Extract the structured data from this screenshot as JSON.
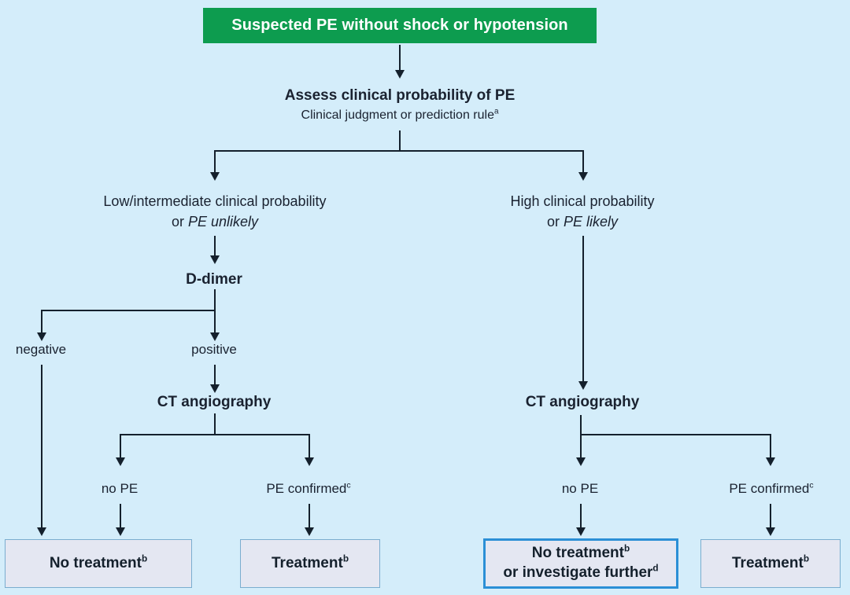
{
  "diagram": {
    "title": "Suspected PE without shock or hypotension",
    "background_color": "#d4edfa",
    "banner_color": "#0d9c4f",
    "box_fill_color": "#e4e7f2",
    "box_border_color": "#7aadcf",
    "highlight_border_color": "#2b8fd6",
    "line_color": "#14202c"
  },
  "nodes": {
    "banner": {
      "label": "Suspected PE without shock or hypotension"
    },
    "assess": {
      "title": "Assess clinical probability of PE",
      "subtitle": "Clinical judgment or prediction rule",
      "subtitle_footnote": "a"
    },
    "left_branch": {
      "line1": "Low/intermediate clinical probability",
      "line2_prefix": "or ",
      "line2_italic": "PE unlikely"
    },
    "right_branch": {
      "line1": "High clinical probability",
      "line2_prefix": "or ",
      "line2_italic": "PE likely"
    },
    "d_dimer": {
      "label": "D-dimer"
    },
    "d_dimer_negative": {
      "label": "negative"
    },
    "d_dimer_positive": {
      "label": "positive"
    },
    "ct_left": {
      "label": "CT angiography"
    },
    "ct_right": {
      "label": "CT angiography"
    },
    "ct_left_no_pe": {
      "label": "no PE"
    },
    "ct_left_pe_confirmed": {
      "label": "PE confirmed",
      "footnote": "c"
    },
    "ct_right_no_pe": {
      "label": "no PE"
    },
    "ct_right_pe_confirmed": {
      "label": "PE confirmed",
      "footnote": "c"
    }
  },
  "outcomes": [
    {
      "id": "no-treatment-left",
      "line1": "No treatment",
      "line1_footnote": "b",
      "line2": "",
      "line2_footnote": "",
      "highlighted": false
    },
    {
      "id": "treatment-left",
      "line1": "Treatment",
      "line1_footnote": "b",
      "line2": "",
      "line2_footnote": "",
      "highlighted": false
    },
    {
      "id": "no-treatment-or-investigate",
      "line1": "No treatment",
      "line1_footnote": "b",
      "line2": "or investigate further",
      "line2_footnote": "d",
      "highlighted": true
    },
    {
      "id": "treatment-right",
      "line1": "Treatment",
      "line1_footnote": "b",
      "line2": "",
      "line2_footnote": "",
      "highlighted": false
    }
  ]
}
